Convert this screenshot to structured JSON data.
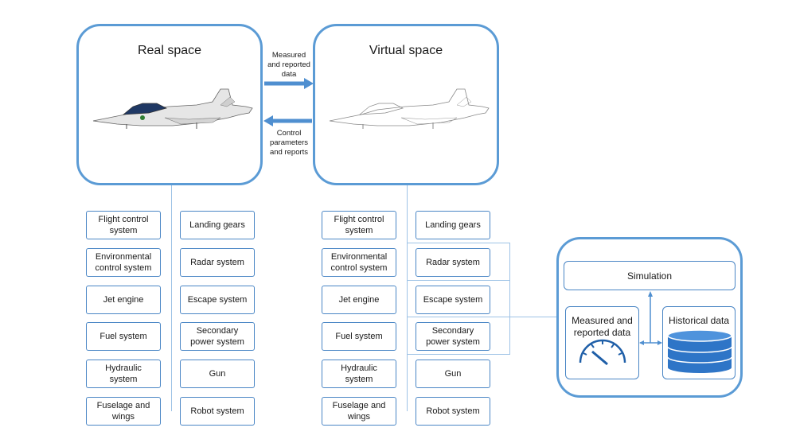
{
  "real_space": {
    "title": "Real space",
    "left_systems": [
      "Flight control\nsystem",
      "Environmental\ncontrol system",
      "Jet engine",
      "Fuel system",
      "Hydraulic\nsystem",
      "Fuselage and\nwings"
    ],
    "right_systems": [
      "Landing gears",
      "Radar system",
      "Escape system",
      "Secondary\npower system",
      "Gun",
      "Robot system"
    ]
  },
  "virtual_space": {
    "title": "Virtual space",
    "left_systems": [
      "Flight control\nsystem",
      "Environmental\ncontrol system",
      "Jet engine",
      "Fuel system",
      "Hydraulic\nsystem",
      "Fuselage and\nwings"
    ],
    "right_systems": [
      "Landing gears",
      "Radar system",
      "Escape system",
      "Secondary\npower system",
      "Gun",
      "Robot system"
    ]
  },
  "arrows": {
    "to_virtual": "Measured\nand reported\ndata",
    "to_real": "Control\nparameters\nand reports"
  },
  "data_hub": {
    "simulation": "Simulation",
    "measured": "Measured and\nreported data",
    "historical": "Historical data"
  },
  "colors": {
    "box_border": "#5b9bd5",
    "connector": "#9ec3e6",
    "arrow": "#4f8fd0",
    "jet_canopy": "#1f3864"
  }
}
